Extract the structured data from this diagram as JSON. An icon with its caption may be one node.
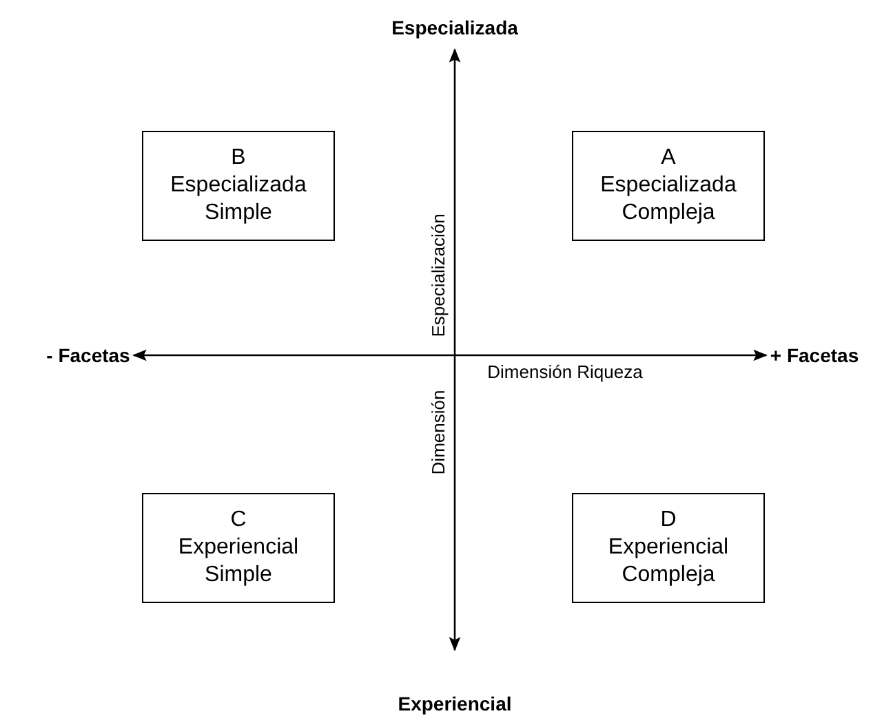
{
  "diagram": {
    "nodes": [
      {
        "text": [
          "B",
          "Especializada Simple"
        ]
      },
      {
        "text": [
          "A",
          "Especializada Compleja"
        ]
      },
      {
        "text": [
          "C",
          "Experiencial Simple"
        ]
      },
      {
        "text": [
          "D",
          "Experiencial Compleja"
        ]
      }
    ],
    "labels": [
      "Especializada",
      "- Facetas",
      "+ Facetas",
      "Especialización",
      "Dimensión Riqueza",
      "Dimensión",
      "Experiencial"
    ]
  }
}
